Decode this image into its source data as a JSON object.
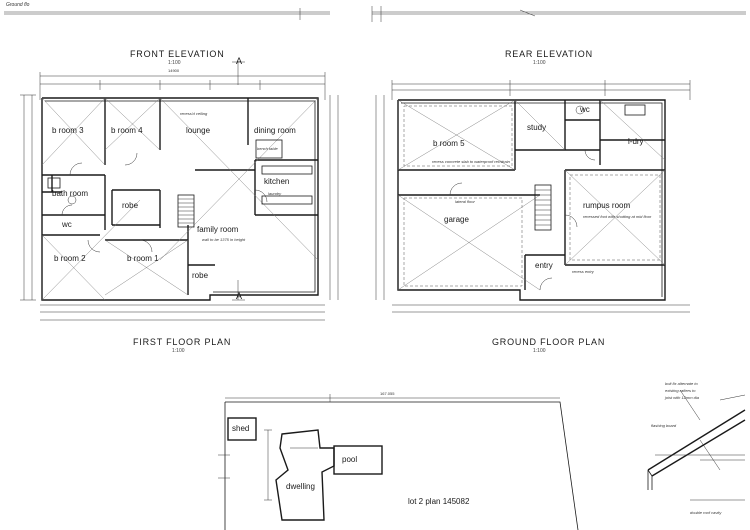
{
  "header": {
    "corner_note": "Ground flo"
  },
  "first_floor": {
    "elevation_title": "FRONT ELEVATION",
    "elevation_scale": "1:100",
    "plan_title": "FIRST FLOOR PLAN",
    "plan_scale": "1:100",
    "section_marker": "A",
    "overall_width": "14900",
    "rooms": {
      "broom3": "b room 3",
      "broom4": "b room 4",
      "lounge": "lounge",
      "dining": "dining room",
      "kitchen": "kitchen",
      "bathroom": "bath room",
      "wc": "wc",
      "robe_center": "robe",
      "family": "family room",
      "broom2": "b room 2",
      "broom1": "b room 1",
      "robe_small": "robe"
    },
    "notes": {
      "recess_ceiling": "recess'd ceiling",
      "family_note": "wall to be 1375 in height",
      "bench": "bench table",
      "laundry": "laundry"
    }
  },
  "ground_floor": {
    "elevation_title": "REAR ELEVATION",
    "elevation_scale": "1:100",
    "plan_title": "GROUND FLOOR PLAN",
    "plan_scale": "1:100",
    "rooms": {
      "broom5": "b room 5",
      "study": "study",
      "wc": "wc",
      "ldry": "l-dry",
      "garage": "garage",
      "rumpus": "rumpus room",
      "entry": "entry"
    },
    "notes": {
      "rumpus_note": "recessed foot with shutting at mid floor",
      "recess_slab": "recess concrete slab to waterproof rec/drain",
      "entry_note": "recess entry",
      "garage_note": "lateral floor"
    }
  },
  "site_plan": {
    "shed": "shed",
    "pool": "pool",
    "dwelling": "dwelling",
    "lot_plan": "lot 2   plan 145082",
    "boundary_dim": "167.055"
  },
  "detail": {
    "note1": "bolt fix alternate to",
    "note2": "existing rafters to",
    "note3": "joist with 12mm dia",
    "fascia_label": "flashing board",
    "fascia_note": "double roof cavity"
  }
}
